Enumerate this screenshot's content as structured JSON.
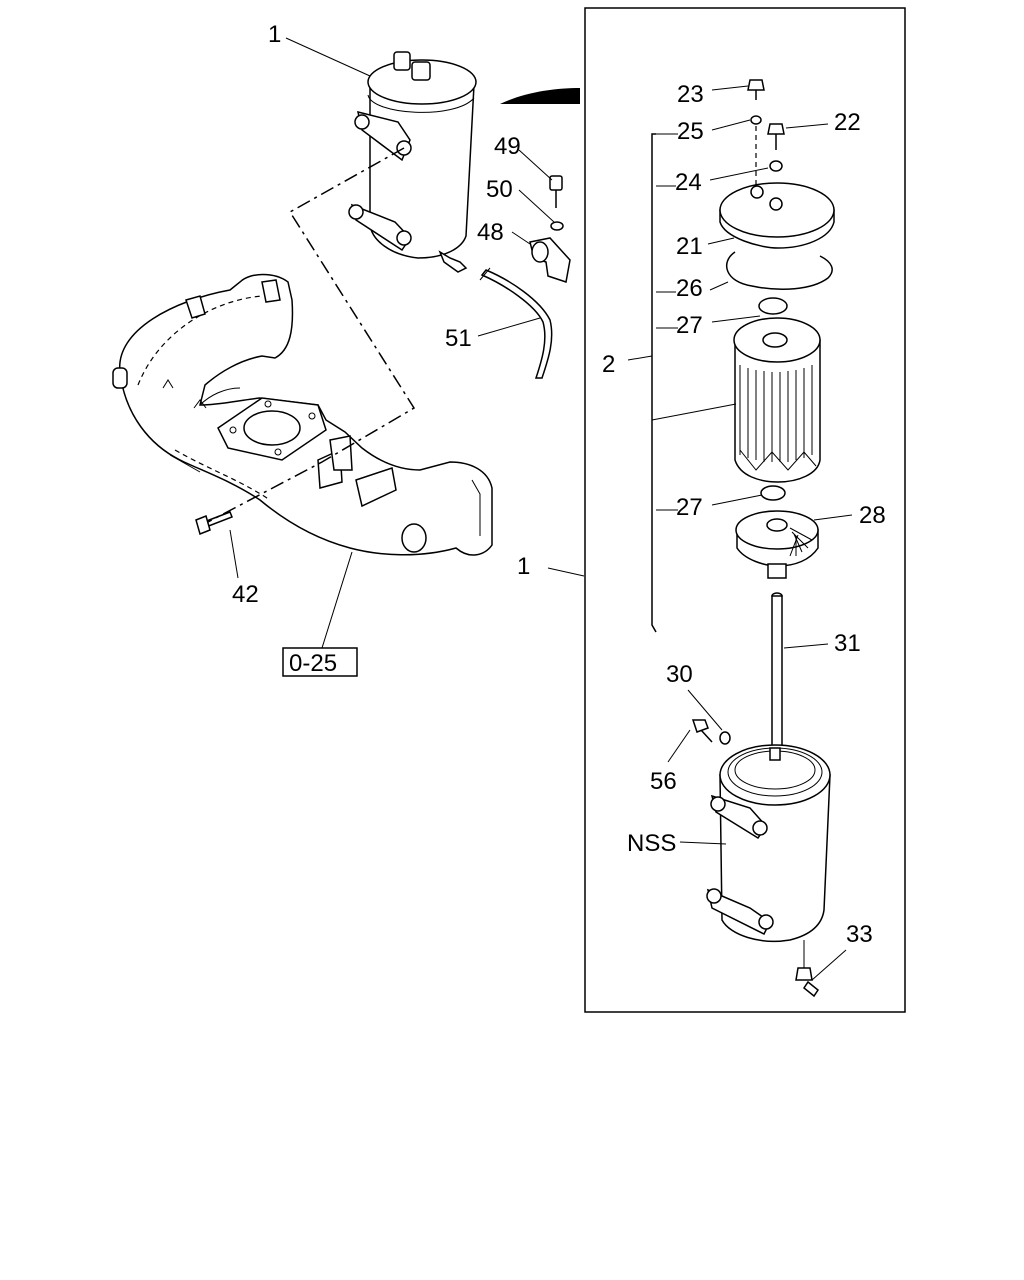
{
  "callouts": {
    "c1_top": "1",
    "c1_box": "1",
    "c2": "2",
    "c21": "21",
    "c22": "22",
    "c23": "23",
    "c24": "24",
    "c25": "25",
    "c26": "26",
    "c27_top": "27",
    "c27_bottom": "27",
    "c28": "28",
    "c30": "30",
    "c31": "31",
    "c33": "33",
    "c42": "42",
    "c48": "48",
    "c49": "49",
    "c50": "50",
    "c51": "51",
    "c56": "56",
    "nss": "NSS"
  },
  "reference_box": "0-25"
}
